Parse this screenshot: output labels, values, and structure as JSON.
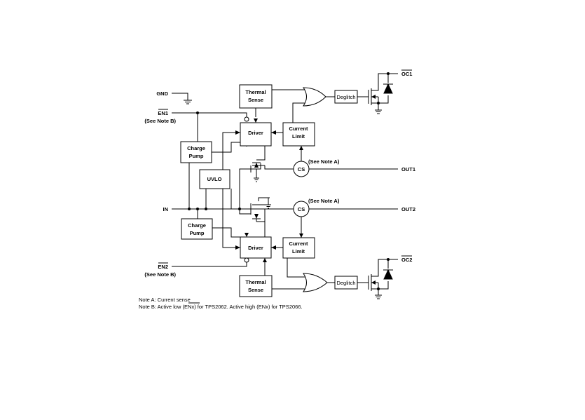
{
  "labels": {
    "gnd": "GND",
    "en1": "EN1",
    "en1_note": "(See Note B)",
    "en2": "EN2",
    "en2_note": "(See Note B)",
    "in": "IN",
    "out1": "OUT1",
    "out2": "OUT2",
    "oc1": "OC1",
    "oc2": "OC2",
    "note_a_top": "(See Note A)",
    "note_a_bottom": "(See Note A)"
  },
  "blocks": {
    "thermal_sense_1": [
      "Thermal",
      "Sense"
    ],
    "driver_1": "Driver",
    "current_limit_1": [
      "Current",
      "Limit"
    ],
    "charge_pump_1": [
      "Charge",
      "Pump"
    ],
    "uvlo": "UVLO",
    "cs_1": "CS",
    "deglitch_1": "Deglitch",
    "thermal_sense_2": [
      "Thermal",
      "Sense"
    ],
    "driver_2": "Driver",
    "current_limit_2": [
      "Current",
      "Limit"
    ],
    "charge_pump_2": [
      "Charge",
      "Pump"
    ],
    "cs_2": "CS",
    "deglitch_2": "Deglitch"
  },
  "notes": {
    "note_a": "Note A: Current sense",
    "note_b_prefix": "Note B: Active low (",
    "note_b_low": "ENx",
    "note_b_mid": ") for TPS2062. Active high (ENx) for TPS2066."
  }
}
